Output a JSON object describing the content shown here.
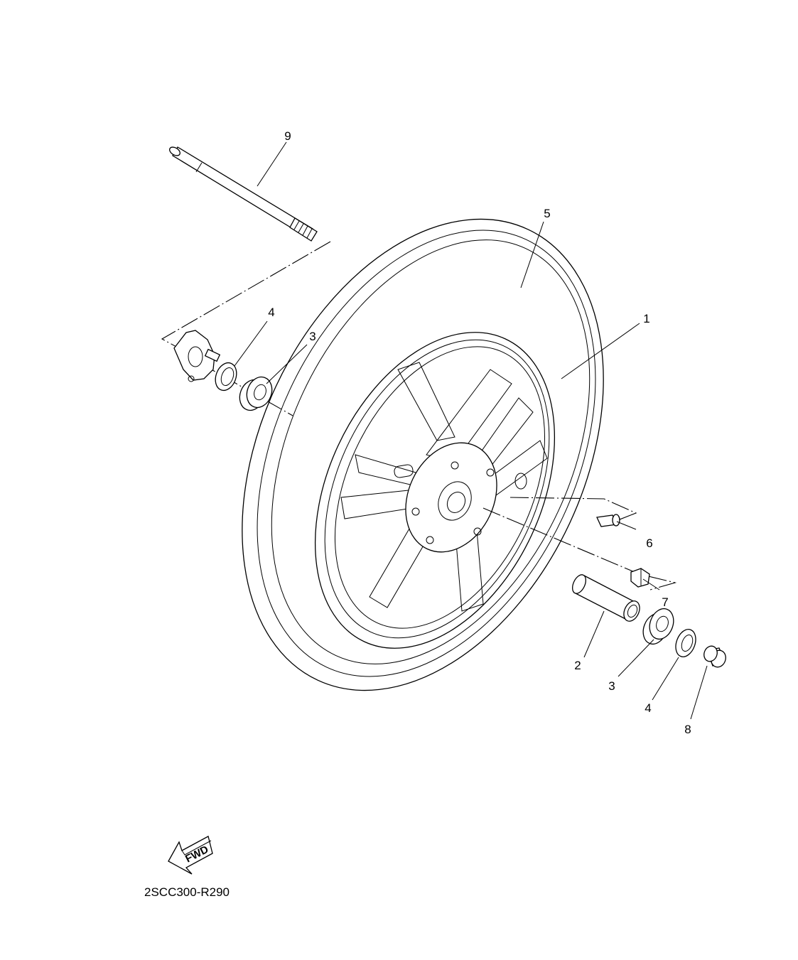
{
  "diagram": {
    "callouts": [
      "1",
      "2",
      "3",
      "3",
      "4",
      "4",
      "5",
      "6",
      "7",
      "8",
      "9"
    ],
    "fwd_label": "FWD",
    "drawing_code": "2SCC300-R290"
  }
}
